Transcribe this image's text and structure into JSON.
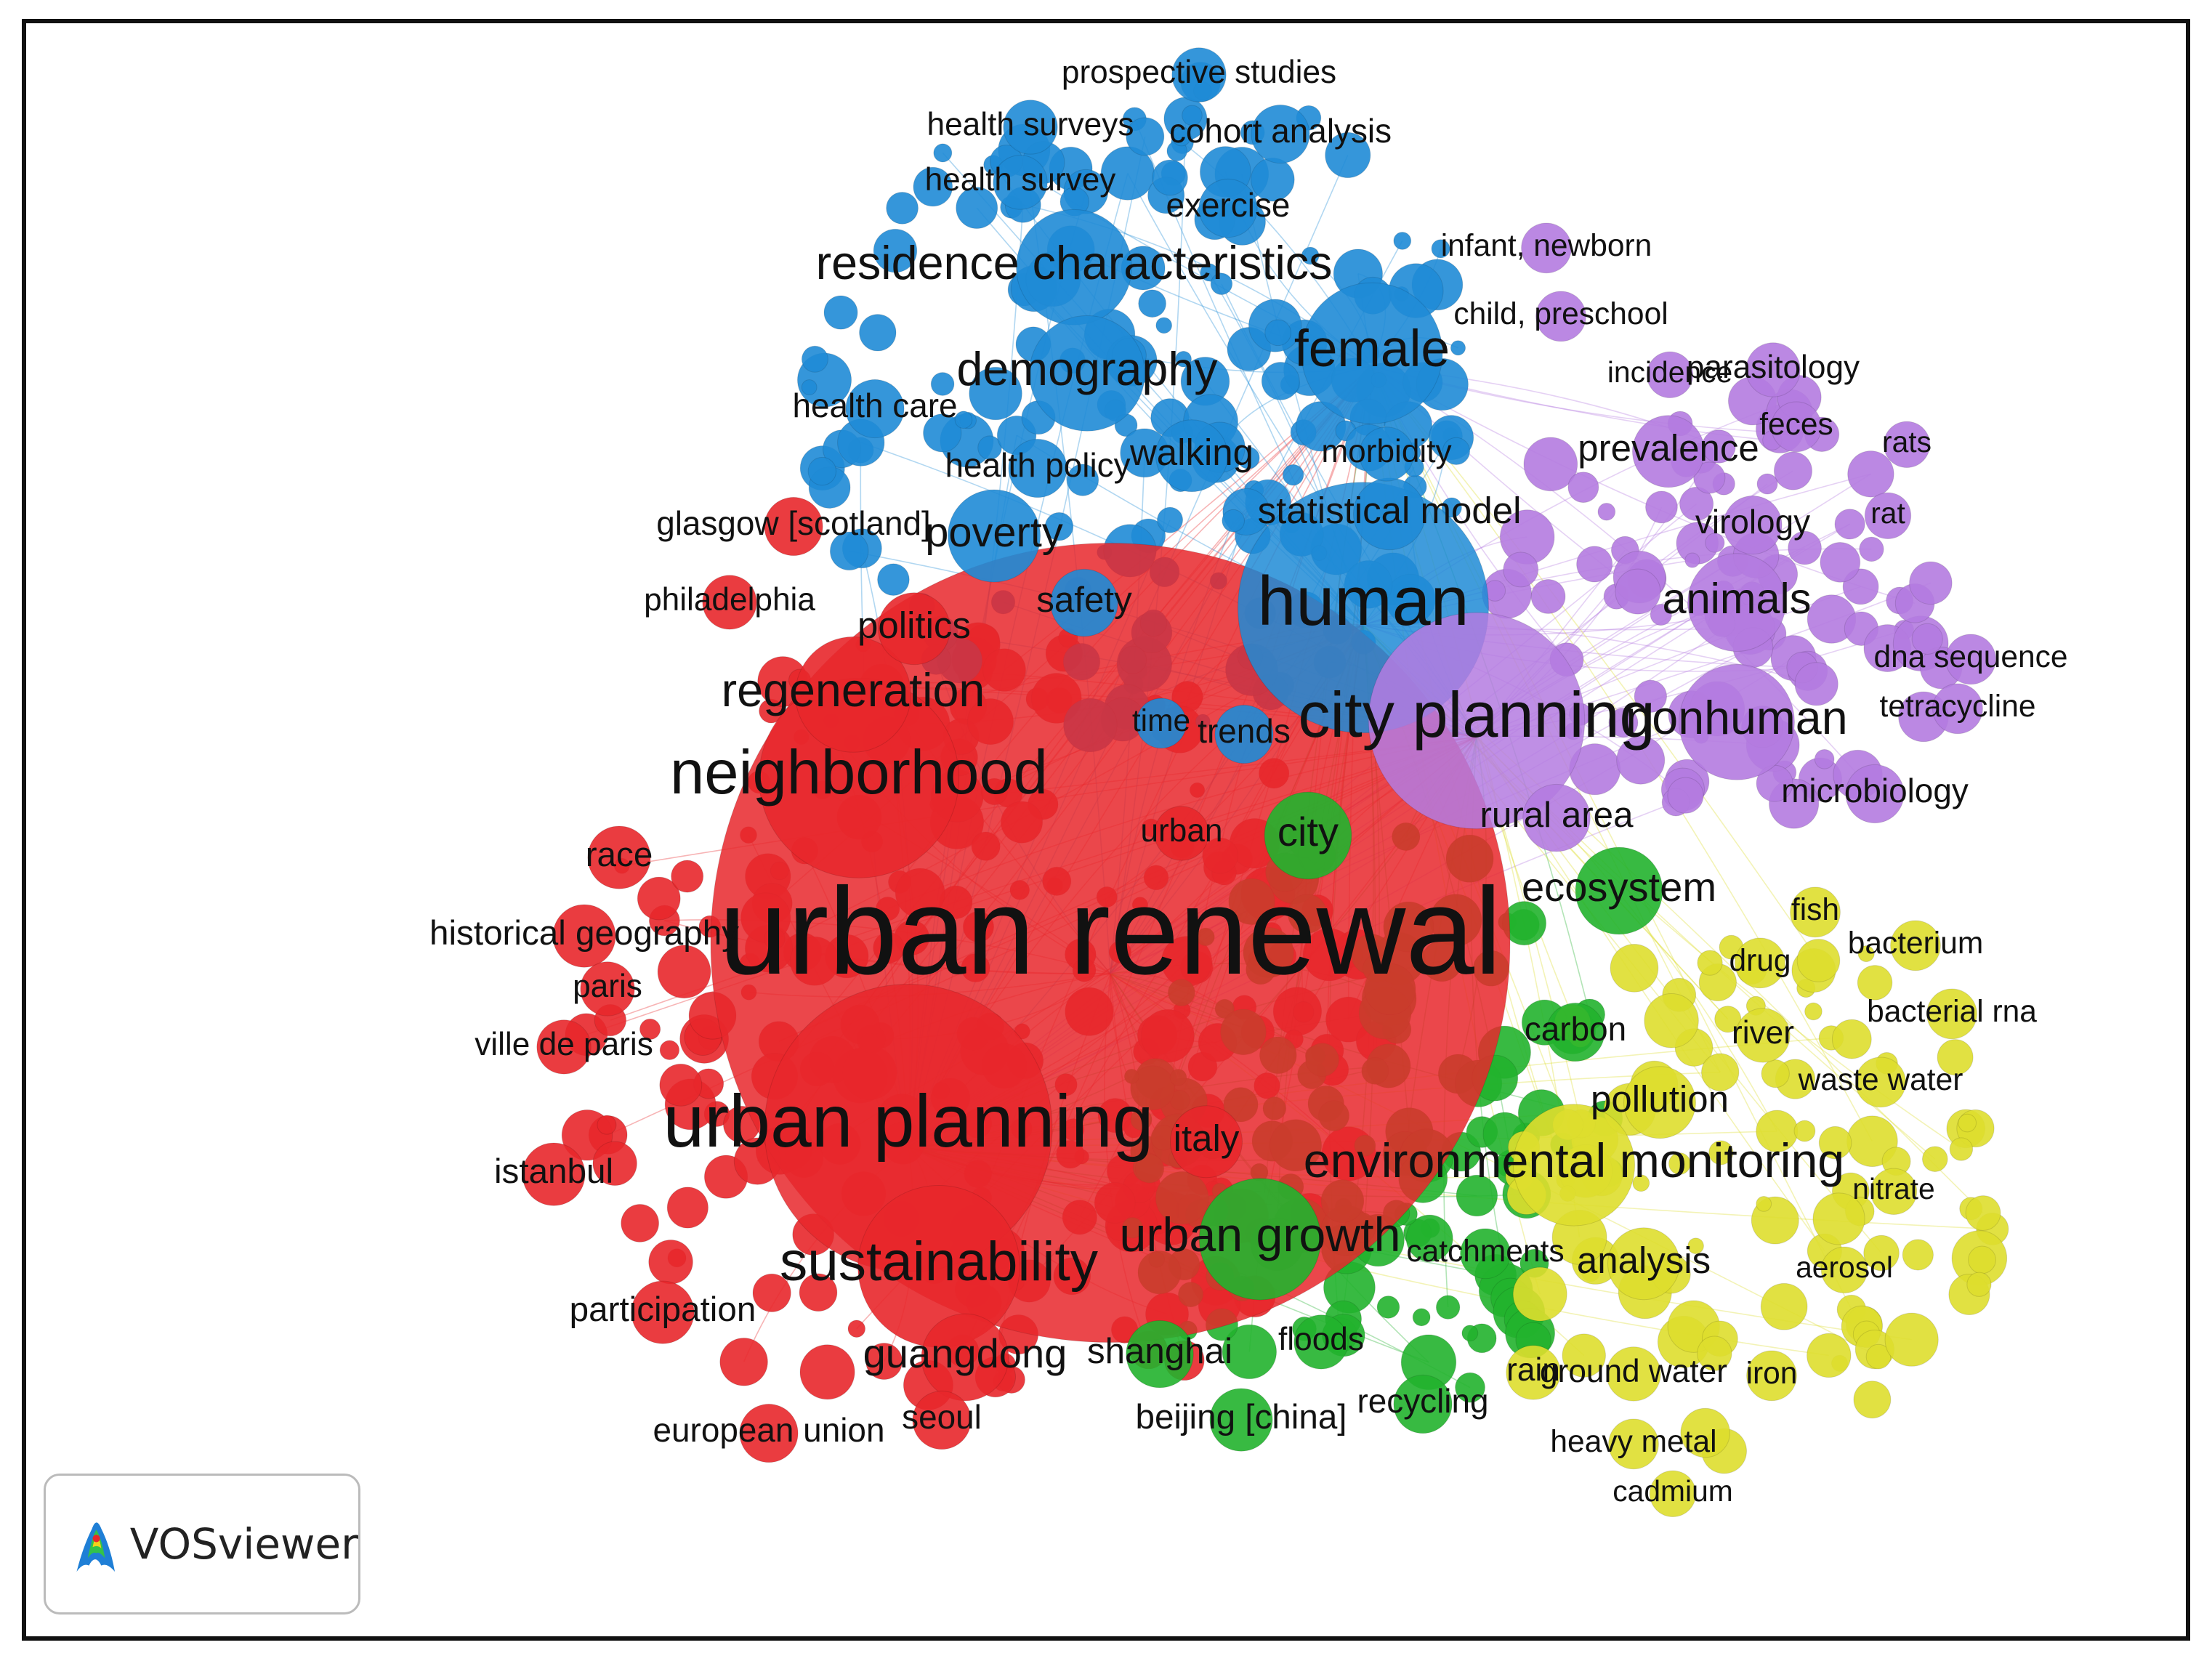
{
  "viewer": {
    "brand": "VOSviewer",
    "icon": "vosviewer-logo-icon"
  },
  "clusters": [
    {
      "id": "red",
      "color": "#e8272b"
    },
    {
      "id": "blue",
      "color": "#1f8bd6"
    },
    {
      "id": "green",
      "color": "#22b22e"
    },
    {
      "id": "purple",
      "color": "#b47be0"
    },
    {
      "id": "yellow",
      "color": "#dede2e"
    }
  ],
  "keywords": [
    {
      "text": "urban renewal",
      "cluster": "red",
      "weight": 10
    },
    {
      "text": "urban planning",
      "cluster": "red",
      "weight": 6
    },
    {
      "text": "neighborhood",
      "cluster": "red",
      "weight": 5
    },
    {
      "text": "sustainability",
      "cluster": "red",
      "weight": 4.5
    },
    {
      "text": "regeneration",
      "cluster": "red",
      "weight": 3.8
    },
    {
      "text": "guangdong",
      "cluster": "red",
      "weight": 3.3
    },
    {
      "text": "historical geography",
      "cluster": "red",
      "weight": 2.8
    },
    {
      "text": "race",
      "cluster": "red",
      "weight": 2.8
    },
    {
      "text": "paris",
      "cluster": "red",
      "weight": 2.6
    },
    {
      "text": "ville de paris",
      "cluster": "red",
      "weight": 2.6
    },
    {
      "text": "istanbul",
      "cluster": "red",
      "weight": 2.8
    },
    {
      "text": "participation",
      "cluster": "red",
      "weight": 2.8
    },
    {
      "text": "european union",
      "cluster": "red",
      "weight": 2.7
    },
    {
      "text": "seoul",
      "cluster": "red",
      "weight": 2.7
    },
    {
      "text": "italy",
      "cluster": "red",
      "weight": 3.0
    },
    {
      "text": "urban",
      "cluster": "red",
      "weight": 2.6
    },
    {
      "text": "politics",
      "cluster": "red",
      "weight": 3.0
    },
    {
      "text": "glasgow [scotland]",
      "cluster": "red",
      "weight": 2.7
    },
    {
      "text": "philadelphia",
      "cluster": "red",
      "weight": 2.6
    },
    {
      "text": "human",
      "cluster": "blue",
      "weight": 5.6
    },
    {
      "text": "female",
      "cluster": "blue",
      "weight": 4.2
    },
    {
      "text": "residence characteristics",
      "cluster": "blue",
      "weight": 3.8
    },
    {
      "text": "demography",
      "cluster": "blue",
      "weight": 3.8
    },
    {
      "text": "poverty",
      "cluster": "blue",
      "weight": 3.4
    },
    {
      "text": "walking",
      "cluster": "blue",
      "weight": 3.0
    },
    {
      "text": "safety",
      "cluster": "blue",
      "weight": 2.9
    },
    {
      "text": "statistical model",
      "cluster": "blue",
      "weight": 3.0
    },
    {
      "text": "morbidity",
      "cluster": "blue",
      "weight": 2.6
    },
    {
      "text": "health care",
      "cluster": "blue",
      "weight": 2.7
    },
    {
      "text": "health policy",
      "cluster": "blue",
      "weight": 2.7
    },
    {
      "text": "exercise",
      "cluster": "blue",
      "weight": 2.7
    },
    {
      "text": "health surveys",
      "cluster": "blue",
      "weight": 2.6
    },
    {
      "text": "health survey",
      "cluster": "blue",
      "weight": 2.6
    },
    {
      "text": "cohort analysis",
      "cluster": "blue",
      "weight": 2.7
    },
    {
      "text": "prospective studies",
      "cluster": "blue",
      "weight": 2.6
    },
    {
      "text": "time",
      "cluster": "blue",
      "weight": 2.5
    },
    {
      "text": "trends",
      "cluster": "blue",
      "weight": 2.7
    },
    {
      "text": "city planning",
      "cluster": "purple",
      "weight": 5.2
    },
    {
      "text": "nonhuman",
      "cluster": "purple",
      "weight": 3.8
    },
    {
      "text": "animals",
      "cluster": "purple",
      "weight": 3.5
    },
    {
      "text": "prevalence",
      "cluster": "purple",
      "weight": 3.0
    },
    {
      "text": "virology",
      "cluster": "purple",
      "weight": 2.7
    },
    {
      "text": "microbiology",
      "cluster": "purple",
      "weight": 2.7
    },
    {
      "text": "rural area",
      "cluster": "purple",
      "weight": 2.9
    },
    {
      "text": "infant, newborn",
      "cluster": "purple",
      "weight": 2.5
    },
    {
      "text": "child, preschool",
      "cluster": "purple",
      "weight": 2.5
    },
    {
      "text": "incidence",
      "cluster": "purple",
      "weight": 2.4
    },
    {
      "text": "parasitology",
      "cluster": "purple",
      "weight": 2.6
    },
    {
      "text": "feces",
      "cluster": "purple",
      "weight": 2.5
    },
    {
      "text": "rats",
      "cluster": "purple",
      "weight": 2.4
    },
    {
      "text": "rat",
      "cluster": "purple",
      "weight": 2.4
    },
    {
      "text": "dna sequence",
      "cluster": "purple",
      "weight": 2.5
    },
    {
      "text": "tetracycline",
      "cluster": "purple",
      "weight": 2.5
    },
    {
      "text": "city",
      "cluster": "green",
      "weight": 3.3
    },
    {
      "text": "ecosystem",
      "cluster": "green",
      "weight": 3.3
    },
    {
      "text": "urban growth",
      "cluster": "green",
      "weight": 3.9
    },
    {
      "text": "shanghai",
      "cluster": "green",
      "weight": 2.9
    },
    {
      "text": "beijing [china]",
      "cluster": "green",
      "weight": 2.8
    },
    {
      "text": "floods",
      "cluster": "green",
      "weight": 2.6
    },
    {
      "text": "recycling",
      "cluster": "green",
      "weight": 2.7
    },
    {
      "text": "catchments",
      "cluster": "green",
      "weight": 2.5
    },
    {
      "text": "carbon",
      "cluster": "green",
      "weight": 2.7
    },
    {
      "text": "environmental monitoring",
      "cluster": "yellow",
      "weight": 3.9
    },
    {
      "text": "pollution",
      "cluster": "yellow",
      "weight": 3.0
    },
    {
      "text": "analysis",
      "cluster": "yellow",
      "weight": 3.0
    },
    {
      "text": "river",
      "cluster": "yellow",
      "weight": 2.6
    },
    {
      "text": "drug",
      "cluster": "yellow",
      "weight": 2.5
    },
    {
      "text": "fish",
      "cluster": "yellow",
      "weight": 2.5
    },
    {
      "text": "bacterium",
      "cluster": "yellow",
      "weight": 2.5
    },
    {
      "text": "bacterial rna",
      "cluster": "yellow",
      "weight": 2.5
    },
    {
      "text": "waste water",
      "cluster": "yellow",
      "weight": 2.5
    },
    {
      "text": "nitrate",
      "cluster": "yellow",
      "weight": 2.4
    },
    {
      "text": "aerosol",
      "cluster": "yellow",
      "weight": 2.4
    },
    {
      "text": "rain",
      "cluster": "yellow",
      "weight": 2.6
    },
    {
      "text": "ground water",
      "cluster": "yellow",
      "weight": 2.6
    },
    {
      "text": "iron",
      "cluster": "yellow",
      "weight": 2.5
    },
    {
      "text": "heavy metal",
      "cluster": "yellow",
      "weight": 2.5
    },
    {
      "text": "cadmium",
      "cluster": "yellow",
      "weight": 2.4
    }
  ]
}
